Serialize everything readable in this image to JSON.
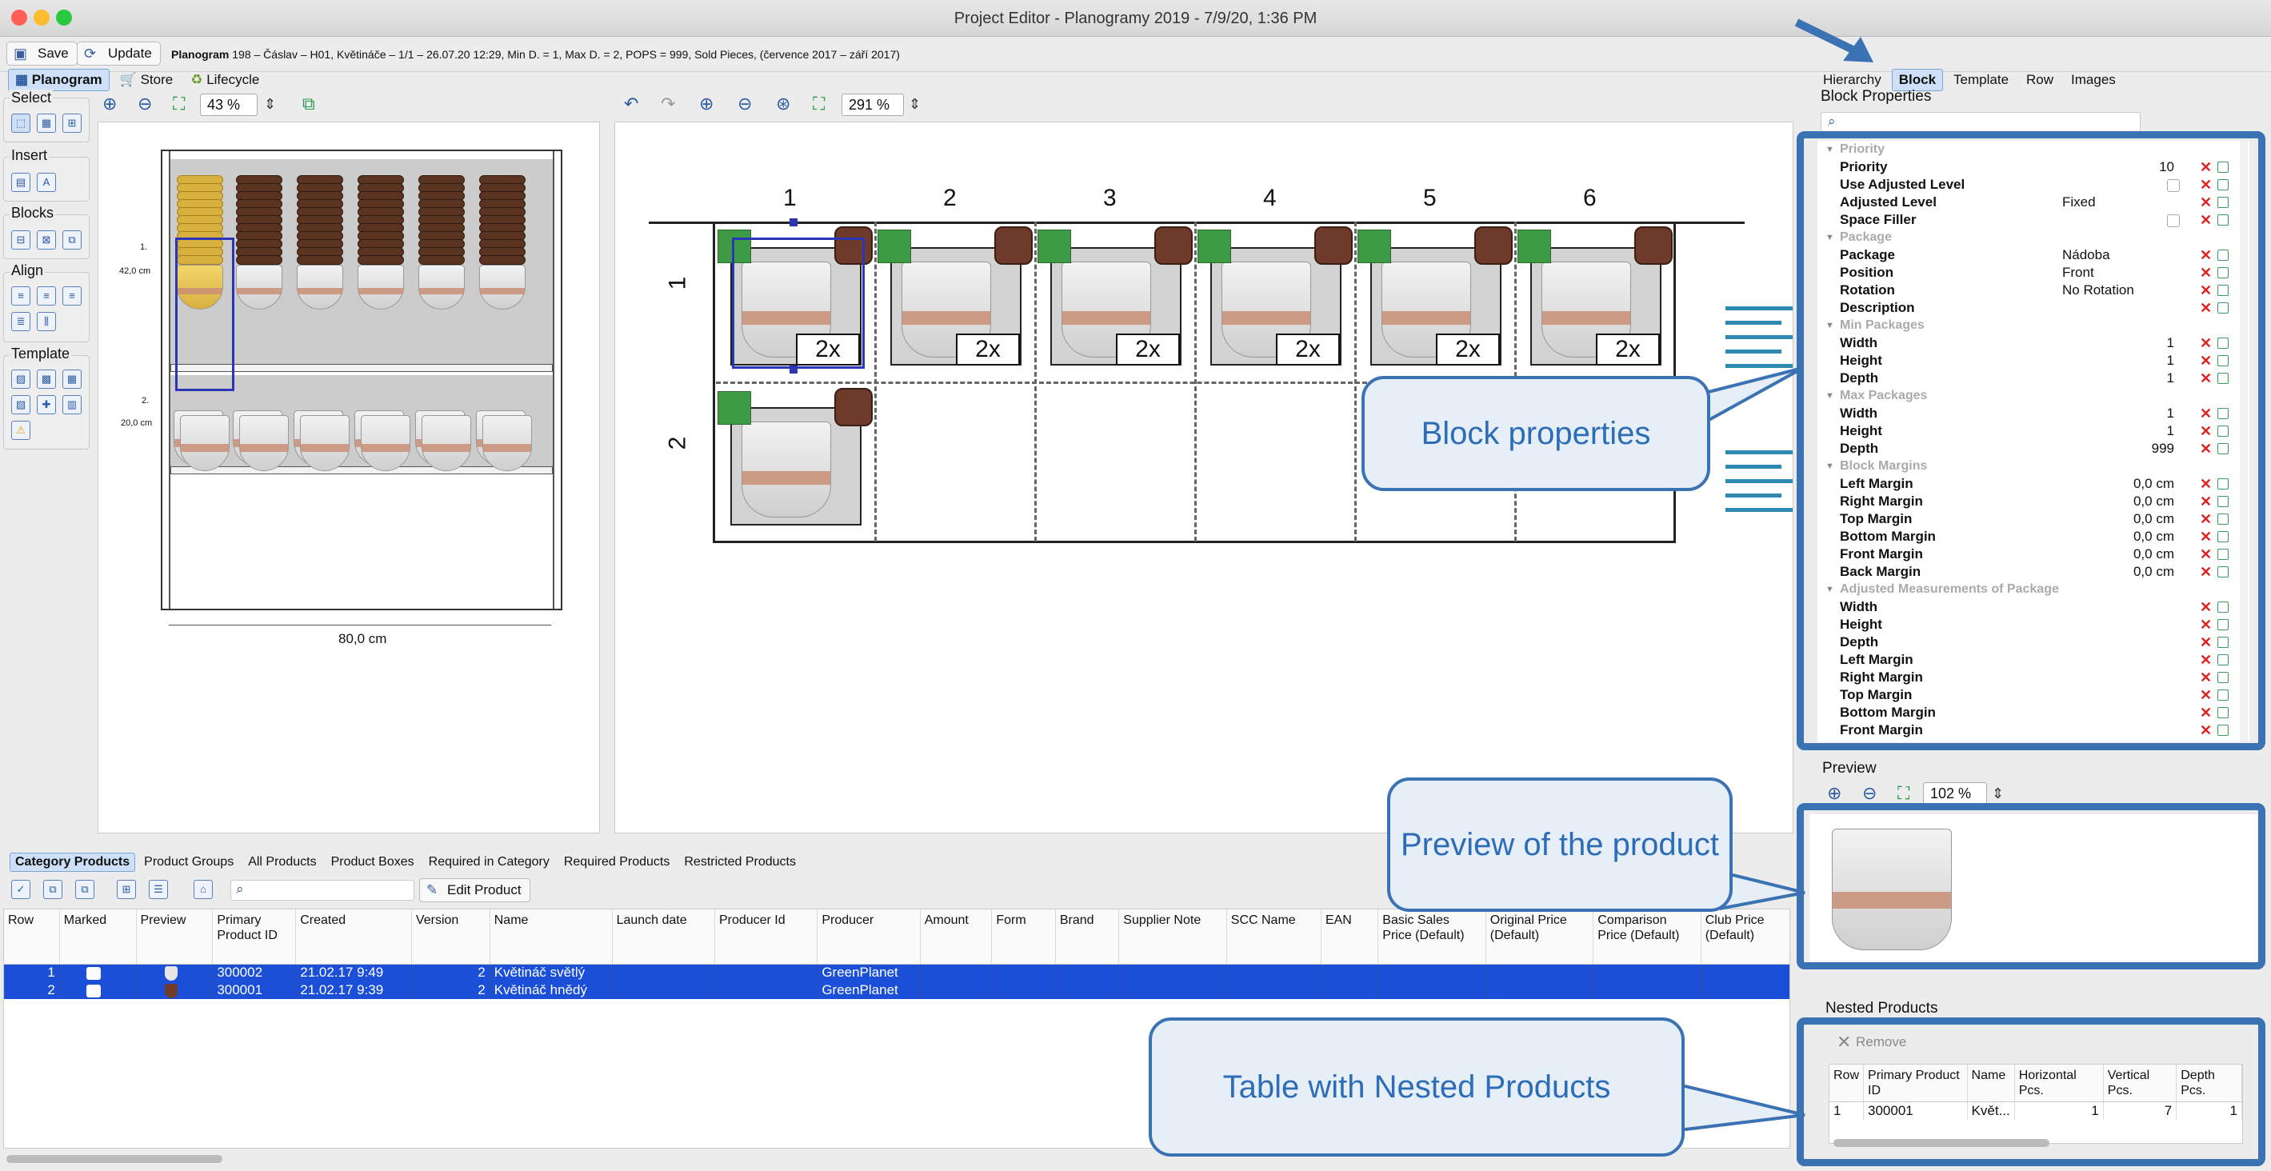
{
  "window": {
    "title": "Project Editor - Planogramy 2019 - 7/9/20, 1:36 PM"
  },
  "toolbar": {
    "save_label": "Save",
    "update_label": "Update"
  },
  "planogram_info": {
    "label": "Planogram",
    "details": "198 – Čáslav – H01, Květináče – 1/1 – 26.07.20 12:29, Min D. = 1, Max D. = 2, POPS = 999, Sold Pieces, (července 2017 – září 2017)"
  },
  "main_tabs": [
    {
      "label": "Planogram",
      "active": true
    },
    {
      "label": "Store",
      "active": false
    },
    {
      "label": "Lifecycle",
      "active": false
    }
  ],
  "tool_groups": {
    "select": "Select",
    "insert": "Insert",
    "blocks": "Blocks",
    "align": "Align",
    "template": "Template"
  },
  "left_view": {
    "zoom": "43 %",
    "shelf1_label": "1.",
    "shelf1_height": "42,0 cm",
    "shelf2_label": "2.",
    "shelf2_height": "20,0 cm",
    "width_label": "80,0 cm"
  },
  "block_view": {
    "zoom": "291 %",
    "columns": [
      "1",
      "2",
      "3",
      "4",
      "5",
      "6"
    ],
    "rows": [
      "1",
      "2"
    ],
    "facings": [
      "2x",
      "2x",
      "2x",
      "2x",
      "2x",
      "2x"
    ]
  },
  "right_tabs": [
    {
      "label": "Hierarchy",
      "active": false
    },
    {
      "label": "Block",
      "active": true
    },
    {
      "label": "Template",
      "active": false
    },
    {
      "label": "Row",
      "active": false
    },
    {
      "label": "Images",
      "active": false
    }
  ],
  "block_properties": {
    "title": "Block Properties",
    "sections": [
      {
        "name": "Priority",
        "rows": [
          {
            "label": "Priority",
            "value": "10",
            "align": "right"
          },
          {
            "label": "Use Adjusted Level",
            "checkbox": true
          },
          {
            "label": "Adjusted Level",
            "value": "Fixed"
          },
          {
            "label": "Space Filler",
            "checkbox": true
          }
        ]
      },
      {
        "name": "Package",
        "rows": [
          {
            "label": "Package",
            "value": "Nádoba"
          },
          {
            "label": "Position",
            "value": "Front"
          },
          {
            "label": "Rotation",
            "value": "No Rotation"
          },
          {
            "label": "Description",
            "value": ""
          }
        ]
      },
      {
        "name": "Min Packages",
        "rows": [
          {
            "label": "Width",
            "value": "1",
            "align": "right"
          },
          {
            "label": "Height",
            "value": "1",
            "align": "right"
          },
          {
            "label": "Depth",
            "value": "1",
            "align": "right"
          }
        ]
      },
      {
        "name": "Max Packages",
        "rows": [
          {
            "label": "Width",
            "value": "1",
            "align": "right"
          },
          {
            "label": "Height",
            "value": "1",
            "align": "right"
          },
          {
            "label": "Depth",
            "value": "999",
            "align": "right"
          }
        ]
      },
      {
        "name": "Block Margins",
        "rows": [
          {
            "label": "Left Margin",
            "value": "0,0 cm",
            "align": "right"
          },
          {
            "label": "Right Margin",
            "value": "0,0 cm",
            "align": "right"
          },
          {
            "label": "Top Margin",
            "value": "0,0 cm",
            "align": "right"
          },
          {
            "label": "Bottom Margin",
            "value": "0,0 cm",
            "align": "right"
          },
          {
            "label": "Front Margin",
            "value": "0,0 cm",
            "align": "right"
          },
          {
            "label": "Back Margin",
            "value": "0,0 cm",
            "align": "right"
          }
        ]
      },
      {
        "name": "Adjusted Measurements of Package",
        "rows": [
          {
            "label": "Width",
            "value": ""
          },
          {
            "label": "Height",
            "value": ""
          },
          {
            "label": "Depth",
            "value": ""
          },
          {
            "label": "Left Margin",
            "value": ""
          },
          {
            "label": "Right Margin",
            "value": ""
          },
          {
            "label": "Top Margin",
            "value": ""
          },
          {
            "label": "Bottom Margin",
            "value": ""
          },
          {
            "label": "Front Margin",
            "value": ""
          }
        ]
      }
    ]
  },
  "preview": {
    "title": "Preview",
    "zoom": "102 %"
  },
  "nested": {
    "title": "Nested Products",
    "remove_label": "Remove",
    "columns": [
      "Row",
      "Primary Product ID",
      "Name",
      "Horizontal Pcs.",
      "Vertical Pcs.",
      "Depth Pcs."
    ],
    "rows": [
      [
        "1",
        "300001",
        "Květ...",
        "1",
        "7",
        "1"
      ]
    ]
  },
  "bottom_tabs": [
    {
      "label": "Category Products",
      "active": true
    },
    {
      "label": "Product Groups",
      "active": false
    },
    {
      "label": "All Products",
      "active": false
    },
    {
      "label": "Product Boxes",
      "active": false
    },
    {
      "label": "Required in Category",
      "active": false
    },
    {
      "label": "Required Products",
      "active": false
    },
    {
      "label": "Restricted Products",
      "active": false
    }
  ],
  "products": {
    "edit_label": "Edit Product",
    "columns": [
      "Row",
      "Marked",
      "Preview",
      "Primary Product ID",
      "Created",
      "Version",
      "Name",
      "Launch date",
      "Producer Id",
      "Producer",
      "Amount",
      "Form",
      "Brand",
      "Supplier Note",
      "SCC Name",
      "EAN",
      "Basic Sales Price (Default)",
      "Original Price (Default)",
      "Comparison Price (Default)",
      "Club Price (Default)"
    ],
    "rows": [
      [
        "1",
        "",
        "",
        "300002",
        "21.02.17 9:49",
        "2",
        "Květináč světlý",
        "",
        "",
        "GreenPlanet",
        "",
        "",
        "",
        "",
        "",
        "",
        "",
        "",
        "",
        ""
      ],
      [
        "2",
        "",
        "",
        "300001",
        "21.02.17 9:39",
        "2",
        "Květináč hnědý",
        "",
        "",
        "GreenPlanet",
        "",
        "",
        "",
        "",
        "",
        "",
        "",
        "",
        "",
        ""
      ]
    ]
  },
  "callouts": {
    "block_properties": "Block properties",
    "preview": "Preview of the product",
    "nested": "Table with Nested Products"
  },
  "colors": {
    "accent": "#3a72b4",
    "selection": "#1b4fd8",
    "callout_bg": "#e6eef7",
    "delete": "#d22222"
  }
}
